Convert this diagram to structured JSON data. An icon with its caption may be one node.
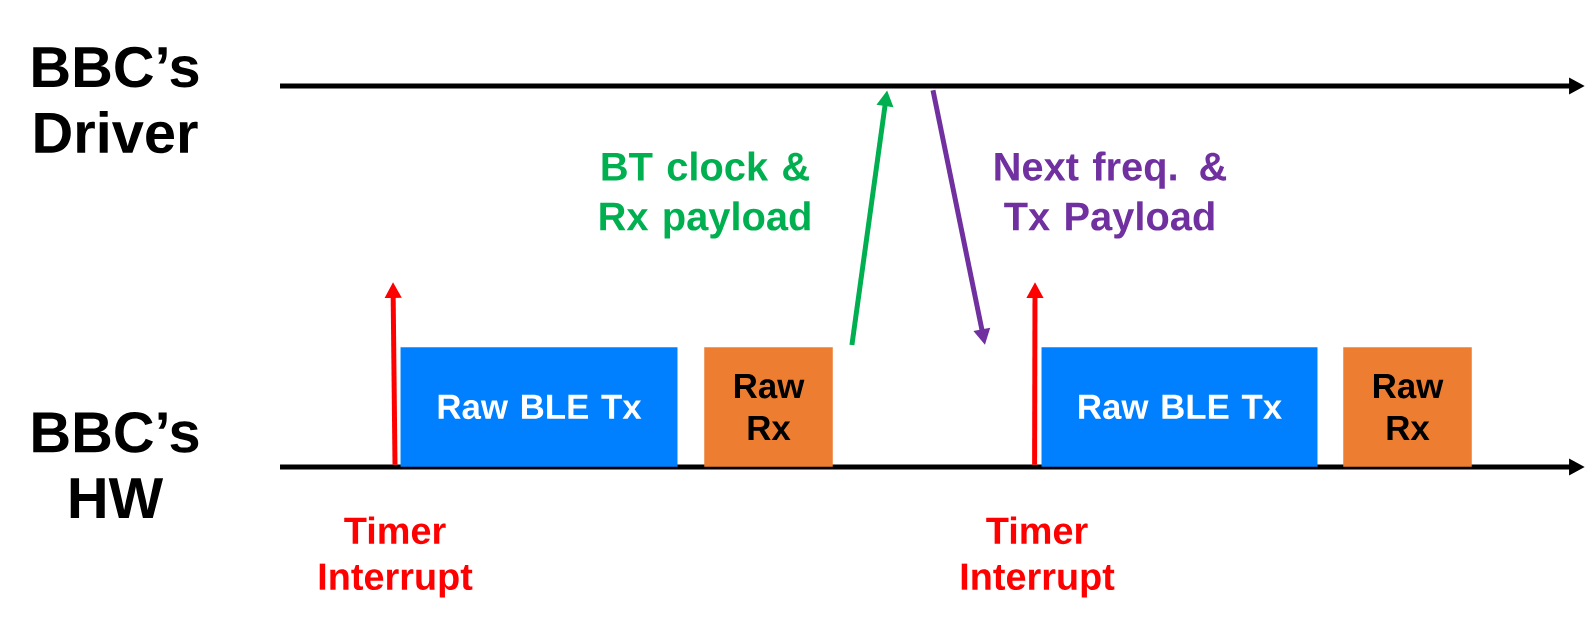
{
  "diagram": {
    "nodes": [
      {
        "text": [
          "BBC’s Driver"
        ]
      },
      {
        "text": [
          "BBC’s HW"
        ]
      },
      {
        "text": [
          "Raw BLE Tx"
        ]
      },
      {
        "text": [
          "Raw Rx"
        ]
      },
      {
        "text": [
          "Raw BLE Tx"
        ]
      },
      {
        "text": [
          "Raw Rx"
        ]
      }
    ],
    "edges": [
      {
        "from": 3,
        "to": 0,
        "arrow": "to",
        "label": "BT clock & Rx payload",
        "color": "#00b050"
      },
      {
        "from": 0,
        "to": null,
        "arrow": "to",
        "label": "Next freq. & Tx Payload",
        "color": "#7030a0"
      },
      {
        "from": 1,
        "to": null,
        "arrow": "to",
        "color": "#ff0000"
      },
      {
        "from": 1,
        "to": null,
        "arrow": "to",
        "color": "#ff0000"
      }
    ],
    "labels": [
      "Timer Interrupt",
      "Timer Interrupt"
    ]
  }
}
